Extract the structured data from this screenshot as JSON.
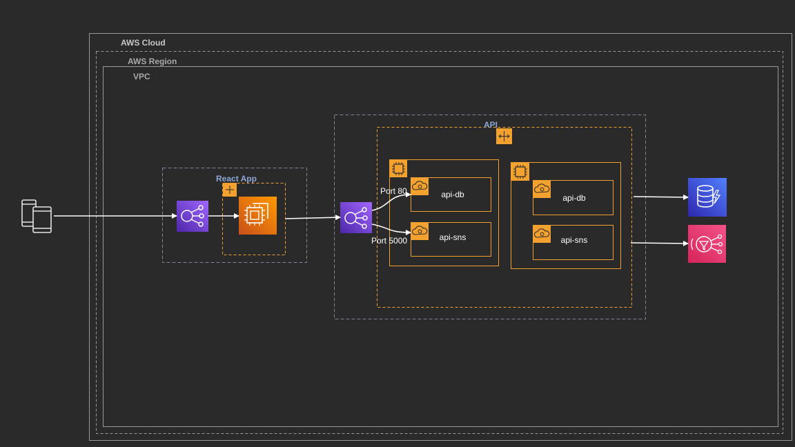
{
  "groups": {
    "aws_cloud": "AWS Cloud",
    "aws_region": "AWS Region",
    "vpc": "VPC",
    "react_app": "React App",
    "api": "API"
  },
  "ports": {
    "port80": "Port 80",
    "port5000": "Port 5000"
  },
  "services": {
    "left_db": "api-db",
    "left_sns": "api-sns",
    "right_db": "api-db",
    "right_sns": "api-sns"
  },
  "icons": {
    "client": "mobile-devices-icon",
    "react_lb": "load-balancer-icon",
    "react_ec2": "ec2-instance-icon",
    "api_lb": "load-balancer-icon",
    "autoscaling": "auto-scaling-icon",
    "container": "container-icon",
    "service": "cloud-service-icon",
    "dynamodb": "dynamodb-icon",
    "sns": "sns-icon"
  },
  "colors": {
    "background": "#2a2a2a",
    "orange": "#f3a12f",
    "purple": "#7b4fd6",
    "dynamodb_blue": "#3d53d9",
    "sns_pink": "#e8427c",
    "group_gray": "#9a9a9a",
    "dashed_blue_gray": "#7d8799"
  }
}
